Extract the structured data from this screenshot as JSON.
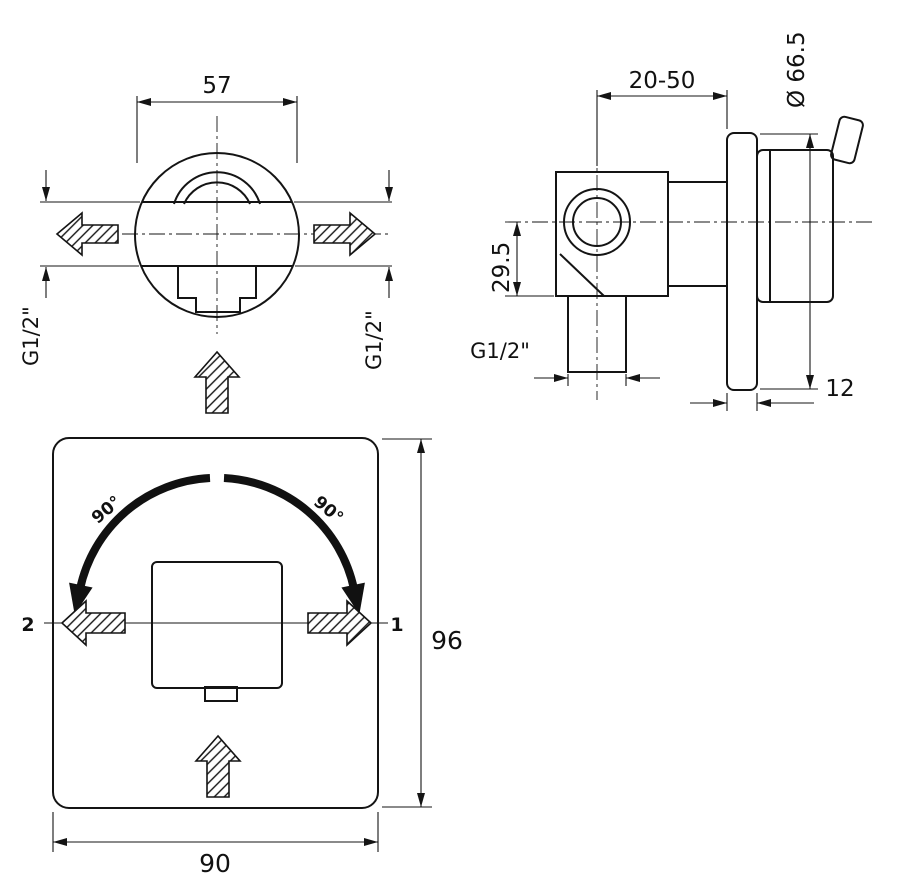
{
  "drawing": {
    "front_view": {
      "dim_width": "57",
      "port_left": "G1/2\"",
      "port_right": "G1/2\""
    },
    "side_view": {
      "dim_depth": "20-50",
      "dim_diameter": "Ø 66.5",
      "dim_offset": "29.5",
      "port_bottom": "G1/2\"",
      "dim_flange": "12"
    },
    "plate_view": {
      "rot_left": "90°",
      "rot_right": "90°",
      "outlet_left": "2",
      "outlet_right": "1",
      "dim_height": "96",
      "dim_width": "90"
    }
  }
}
